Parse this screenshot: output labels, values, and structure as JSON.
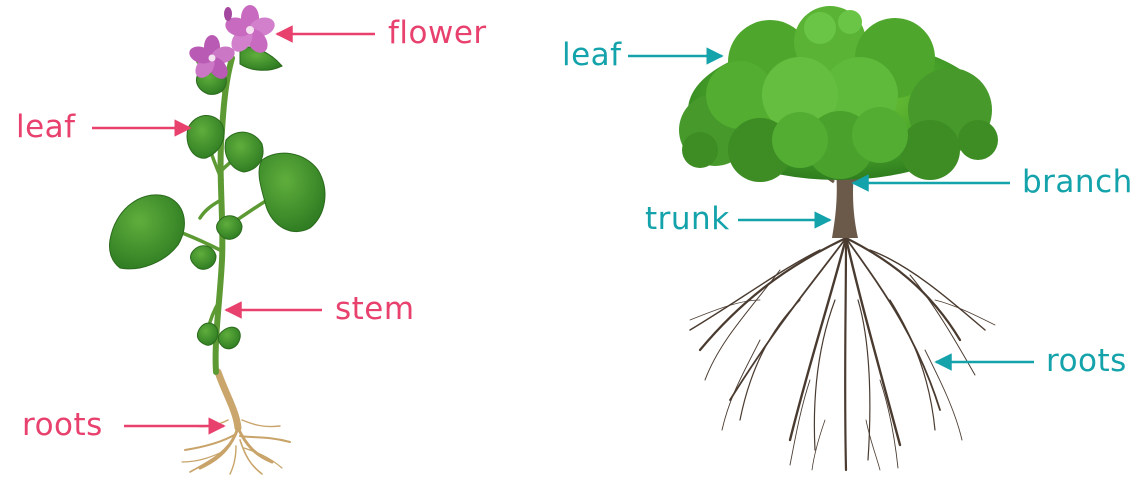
{
  "diagrams": {
    "plant": {
      "color": "#e8416e",
      "labels": {
        "flower": "flower",
        "leaf": "leaf",
        "stem": "stem",
        "roots": "roots"
      }
    },
    "tree": {
      "color": "#14a3ab",
      "labels": {
        "leaf": "leaf",
        "branch": "branch",
        "trunk": "trunk",
        "roots": "roots"
      }
    }
  }
}
